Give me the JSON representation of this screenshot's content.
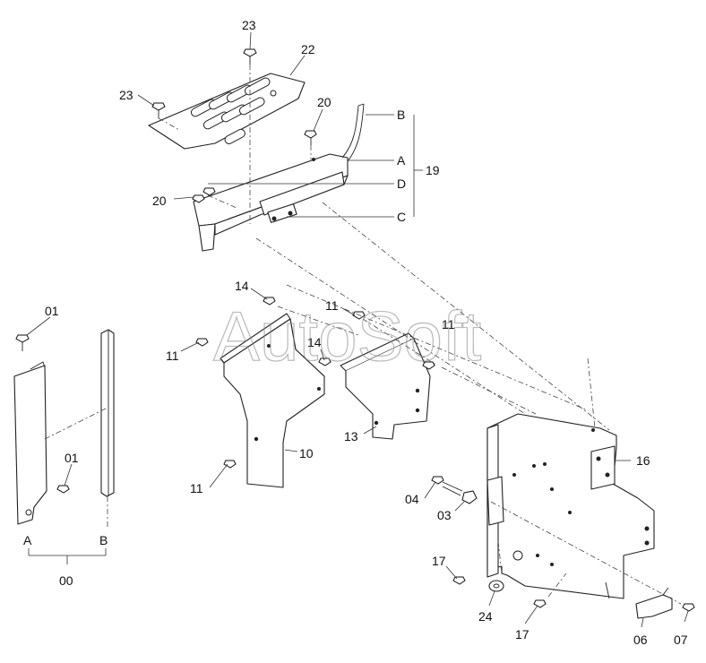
{
  "watermark": "AutoSoft",
  "labels": {
    "l_23a": "23",
    "l_22": "22",
    "l_23b": "23",
    "l_20a": "20",
    "l_20b": "20",
    "l_B_top": "B",
    "l_A_top": "A",
    "l_D_top": "D",
    "l_C_top": "C",
    "l_19": "19",
    "l_01a": "01",
    "l_01b": "01",
    "l_A_bot": "A",
    "l_B_bot": "B",
    "l_00": "00",
    "l_14a": "14",
    "l_11a": "11",
    "l_11b": "11",
    "l_11c": "11",
    "l_14b": "14",
    "l_11d": "11",
    "l_10": "10",
    "l_13": "13",
    "l_16": "16",
    "l_04": "04",
    "l_03": "03",
    "l_17a": "17",
    "l_24": "24",
    "l_17b": "17",
    "l_06": "06",
    "l_07": "07"
  }
}
